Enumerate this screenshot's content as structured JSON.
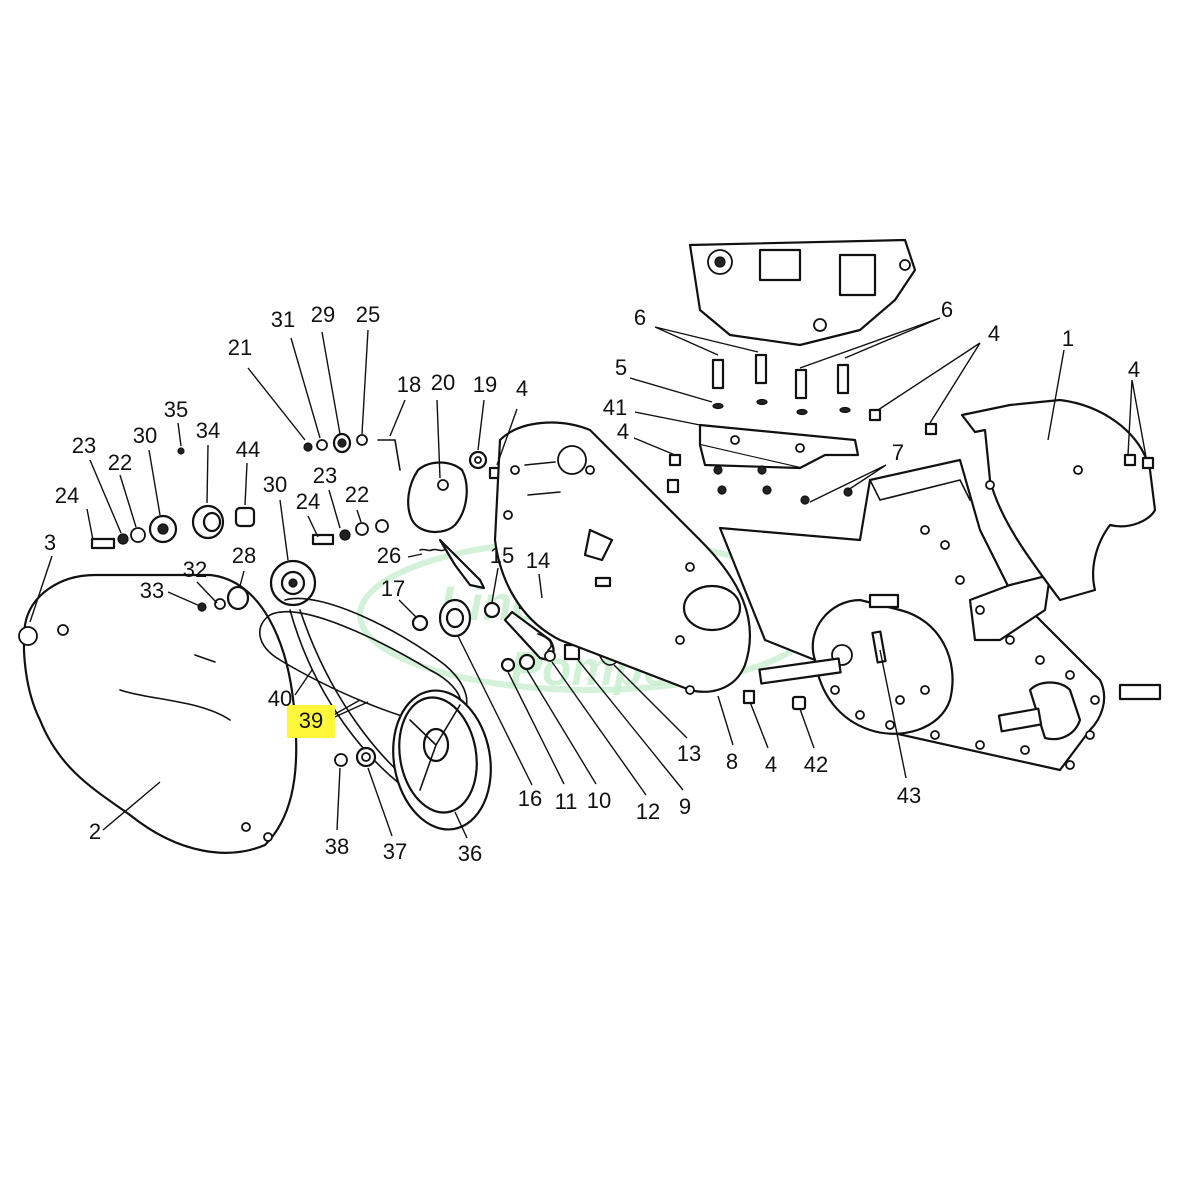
{
  "watermark": {
    "line1": "Linea Verde",
    "line2": "Pompei",
    "color": "#c8efd0"
  },
  "highlight": {
    "label": "39",
    "color": "#fff83a"
  },
  "callouts": {
    "c1": "1",
    "c2": "2",
    "c3": "3",
    "c4a": "4",
    "c4b": "4",
    "c4c": "4",
    "c4d": "4",
    "c4e": "4",
    "c5": "5",
    "c6a": "6",
    "c6b": "6",
    "c7": "7",
    "c8": "8",
    "c9": "9",
    "c10": "10",
    "c11": "11",
    "c12": "12",
    "c13": "13",
    "c14": "14",
    "c15": "15",
    "c16": "16",
    "c17": "17",
    "c18": "18",
    "c19": "19",
    "c20": "20",
    "c21": "21",
    "c22a": "22",
    "c22b": "22",
    "c23a": "23",
    "c23b": "23",
    "c24a": "24",
    "c24b": "24",
    "c25": "25",
    "c26": "26",
    "c28": "28",
    "c29": "29",
    "c30a": "30",
    "c30b": "30",
    "c31": "31",
    "c32": "32",
    "c33": "33",
    "c34": "34",
    "c35": "35",
    "c36": "36",
    "c37": "37",
    "c38": "38",
    "c39": "39",
    "c40": "40",
    "c41": "41",
    "c42": "42",
    "c43": "43",
    "c44": "44"
  }
}
